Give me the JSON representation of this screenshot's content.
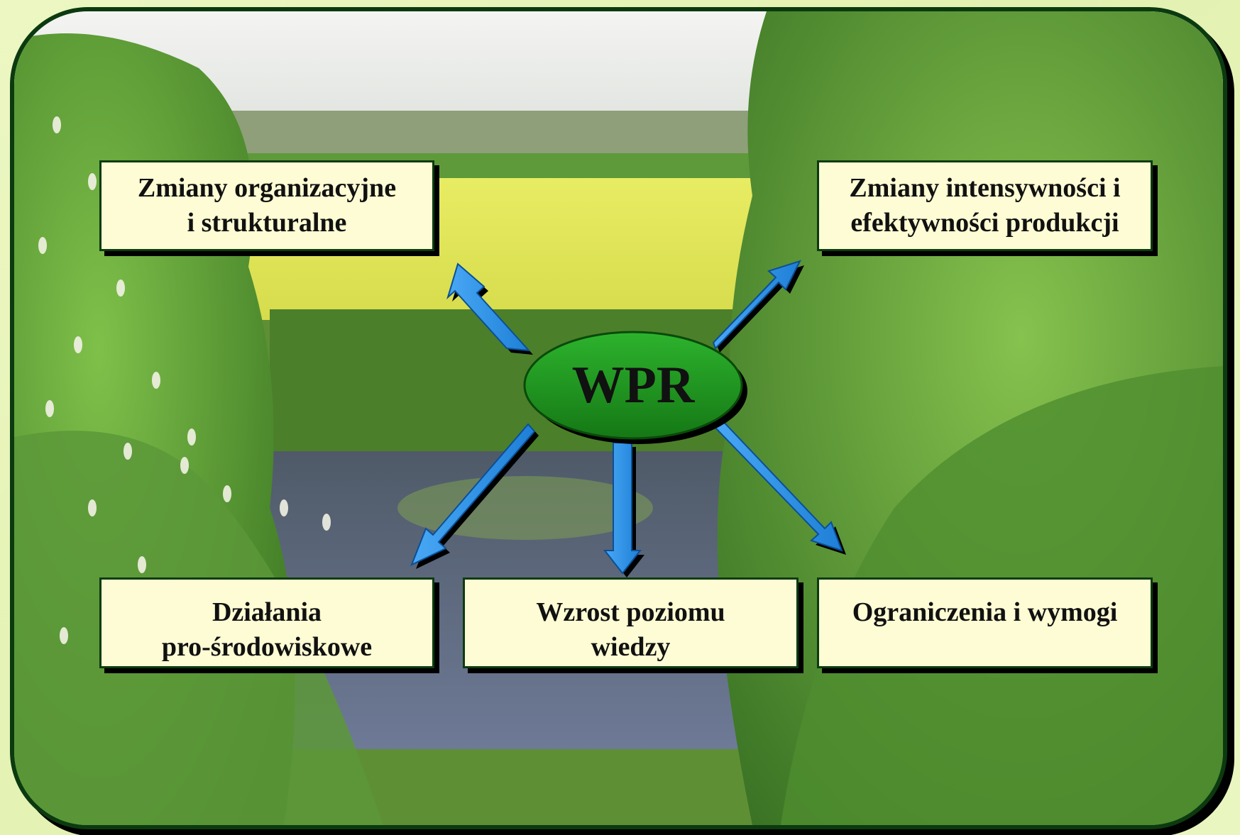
{
  "center": {
    "label": "WPR"
  },
  "boxes": {
    "top_left": {
      "line1": "Zmiany organizacyjne",
      "line2": "i strukturalne"
    },
    "top_right": {
      "line1": "Zmiany intensywności i",
      "line2": "efektywności produkcji"
    },
    "bottom_left": {
      "line1": "Działania",
      "line2": "pro-środowiskowe"
    },
    "bottom_middle": {
      "line1": "Wzrost poziomu",
      "line2": "wiedzy"
    },
    "bottom_right": {
      "line1": "Ograniczenia i wymogi"
    }
  },
  "colors": {
    "frame_border": "#0c3a10",
    "box_fill": "#fdfcd4",
    "arrow": "#2a8fe6",
    "ellipse": "#1f9a1f",
    "page_background": "#e6f3b8"
  }
}
